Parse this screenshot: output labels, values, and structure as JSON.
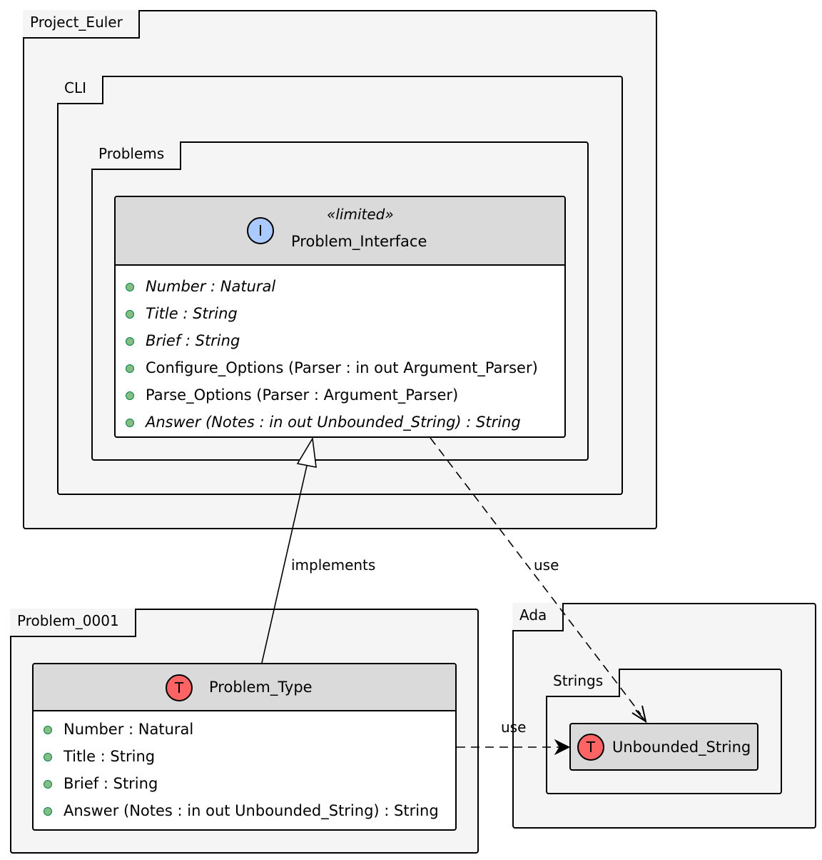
{
  "packages": {
    "project_euler": "Project_Euler",
    "cli": "CLI",
    "problems": "Problems",
    "problem_0001": "Problem_0001",
    "ada": "Ada",
    "strings": "Strings"
  },
  "problem_interface": {
    "stereotype": "«limited»",
    "name": "Problem_Interface",
    "icon": "I",
    "members": [
      {
        "text": "Number : Natural",
        "italic": true
      },
      {
        "text": "Title : String",
        "italic": true
      },
      {
        "text": "Brief : String",
        "italic": true
      },
      {
        "text": "Configure_Options (Parser : in out Argument_Parser)",
        "italic": false
      },
      {
        "text": "Parse_Options (Parser : Argument_Parser)",
        "italic": false
      },
      {
        "text": "Answer (Notes : in out Unbounded_String) : String",
        "italic": true
      }
    ]
  },
  "problem_type": {
    "name": "Problem_Type",
    "icon": "T",
    "members": [
      {
        "text": "Number : Natural"
      },
      {
        "text": "Title : String"
      },
      {
        "text": "Brief : String"
      },
      {
        "text": "Answer (Notes : in out Unbounded_String) : String"
      }
    ]
  },
  "unbounded_string": {
    "name": "Unbounded_String",
    "icon": "T"
  },
  "edges": {
    "implements": "implements",
    "use_interface": "use",
    "use_type": "use"
  },
  "colors": {
    "package_bg": "#f5f5f5",
    "class_header": "#dadada",
    "interface_icon": "#a9c9ff",
    "type_icon": "#ff6464",
    "member_dot": "#84be84"
  }
}
